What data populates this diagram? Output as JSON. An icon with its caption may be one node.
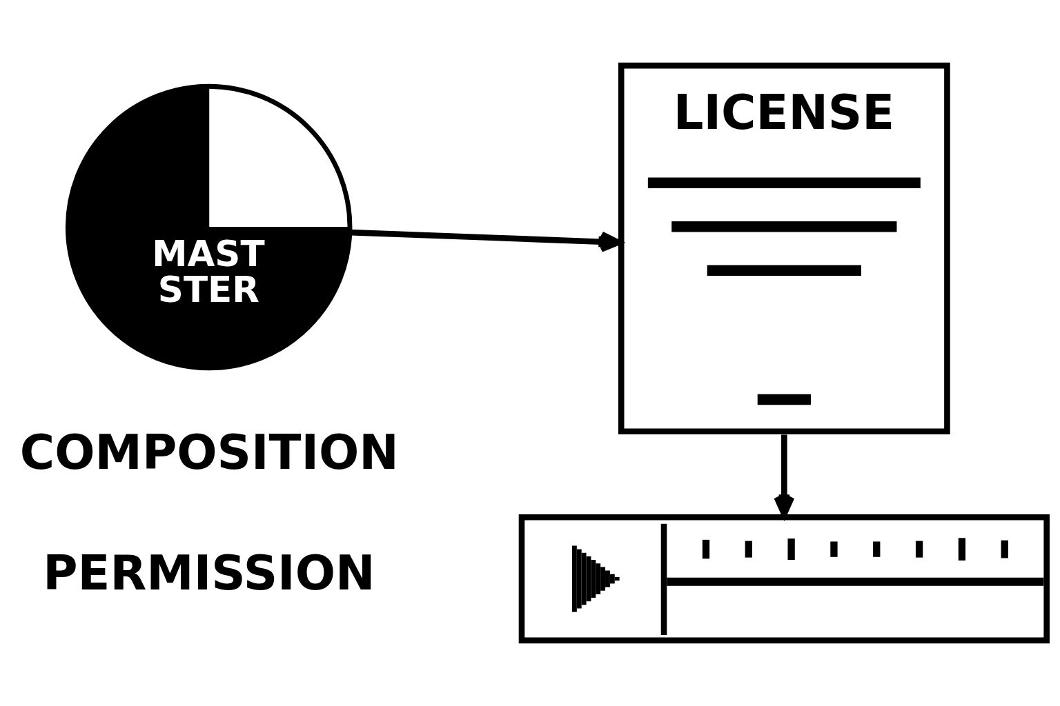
{
  "diagram": {
    "nodes": [
      {
        "text": [
          "MAST",
          "STER"
        ],
        "beside": [
          "COMPOSITION"
        ]
      },
      {
        "text": [
          "LICENSE"
        ]
      },
      {
        "text": [],
        "shape": "box",
        "beside": [
          "PERMISSION"
        ]
      }
    ],
    "edges": [
      {
        "from": 0,
        "to": 1,
        "arrow": "to"
      },
      {
        "from": 1,
        "to": 2,
        "arrow": "to"
      }
    ]
  }
}
